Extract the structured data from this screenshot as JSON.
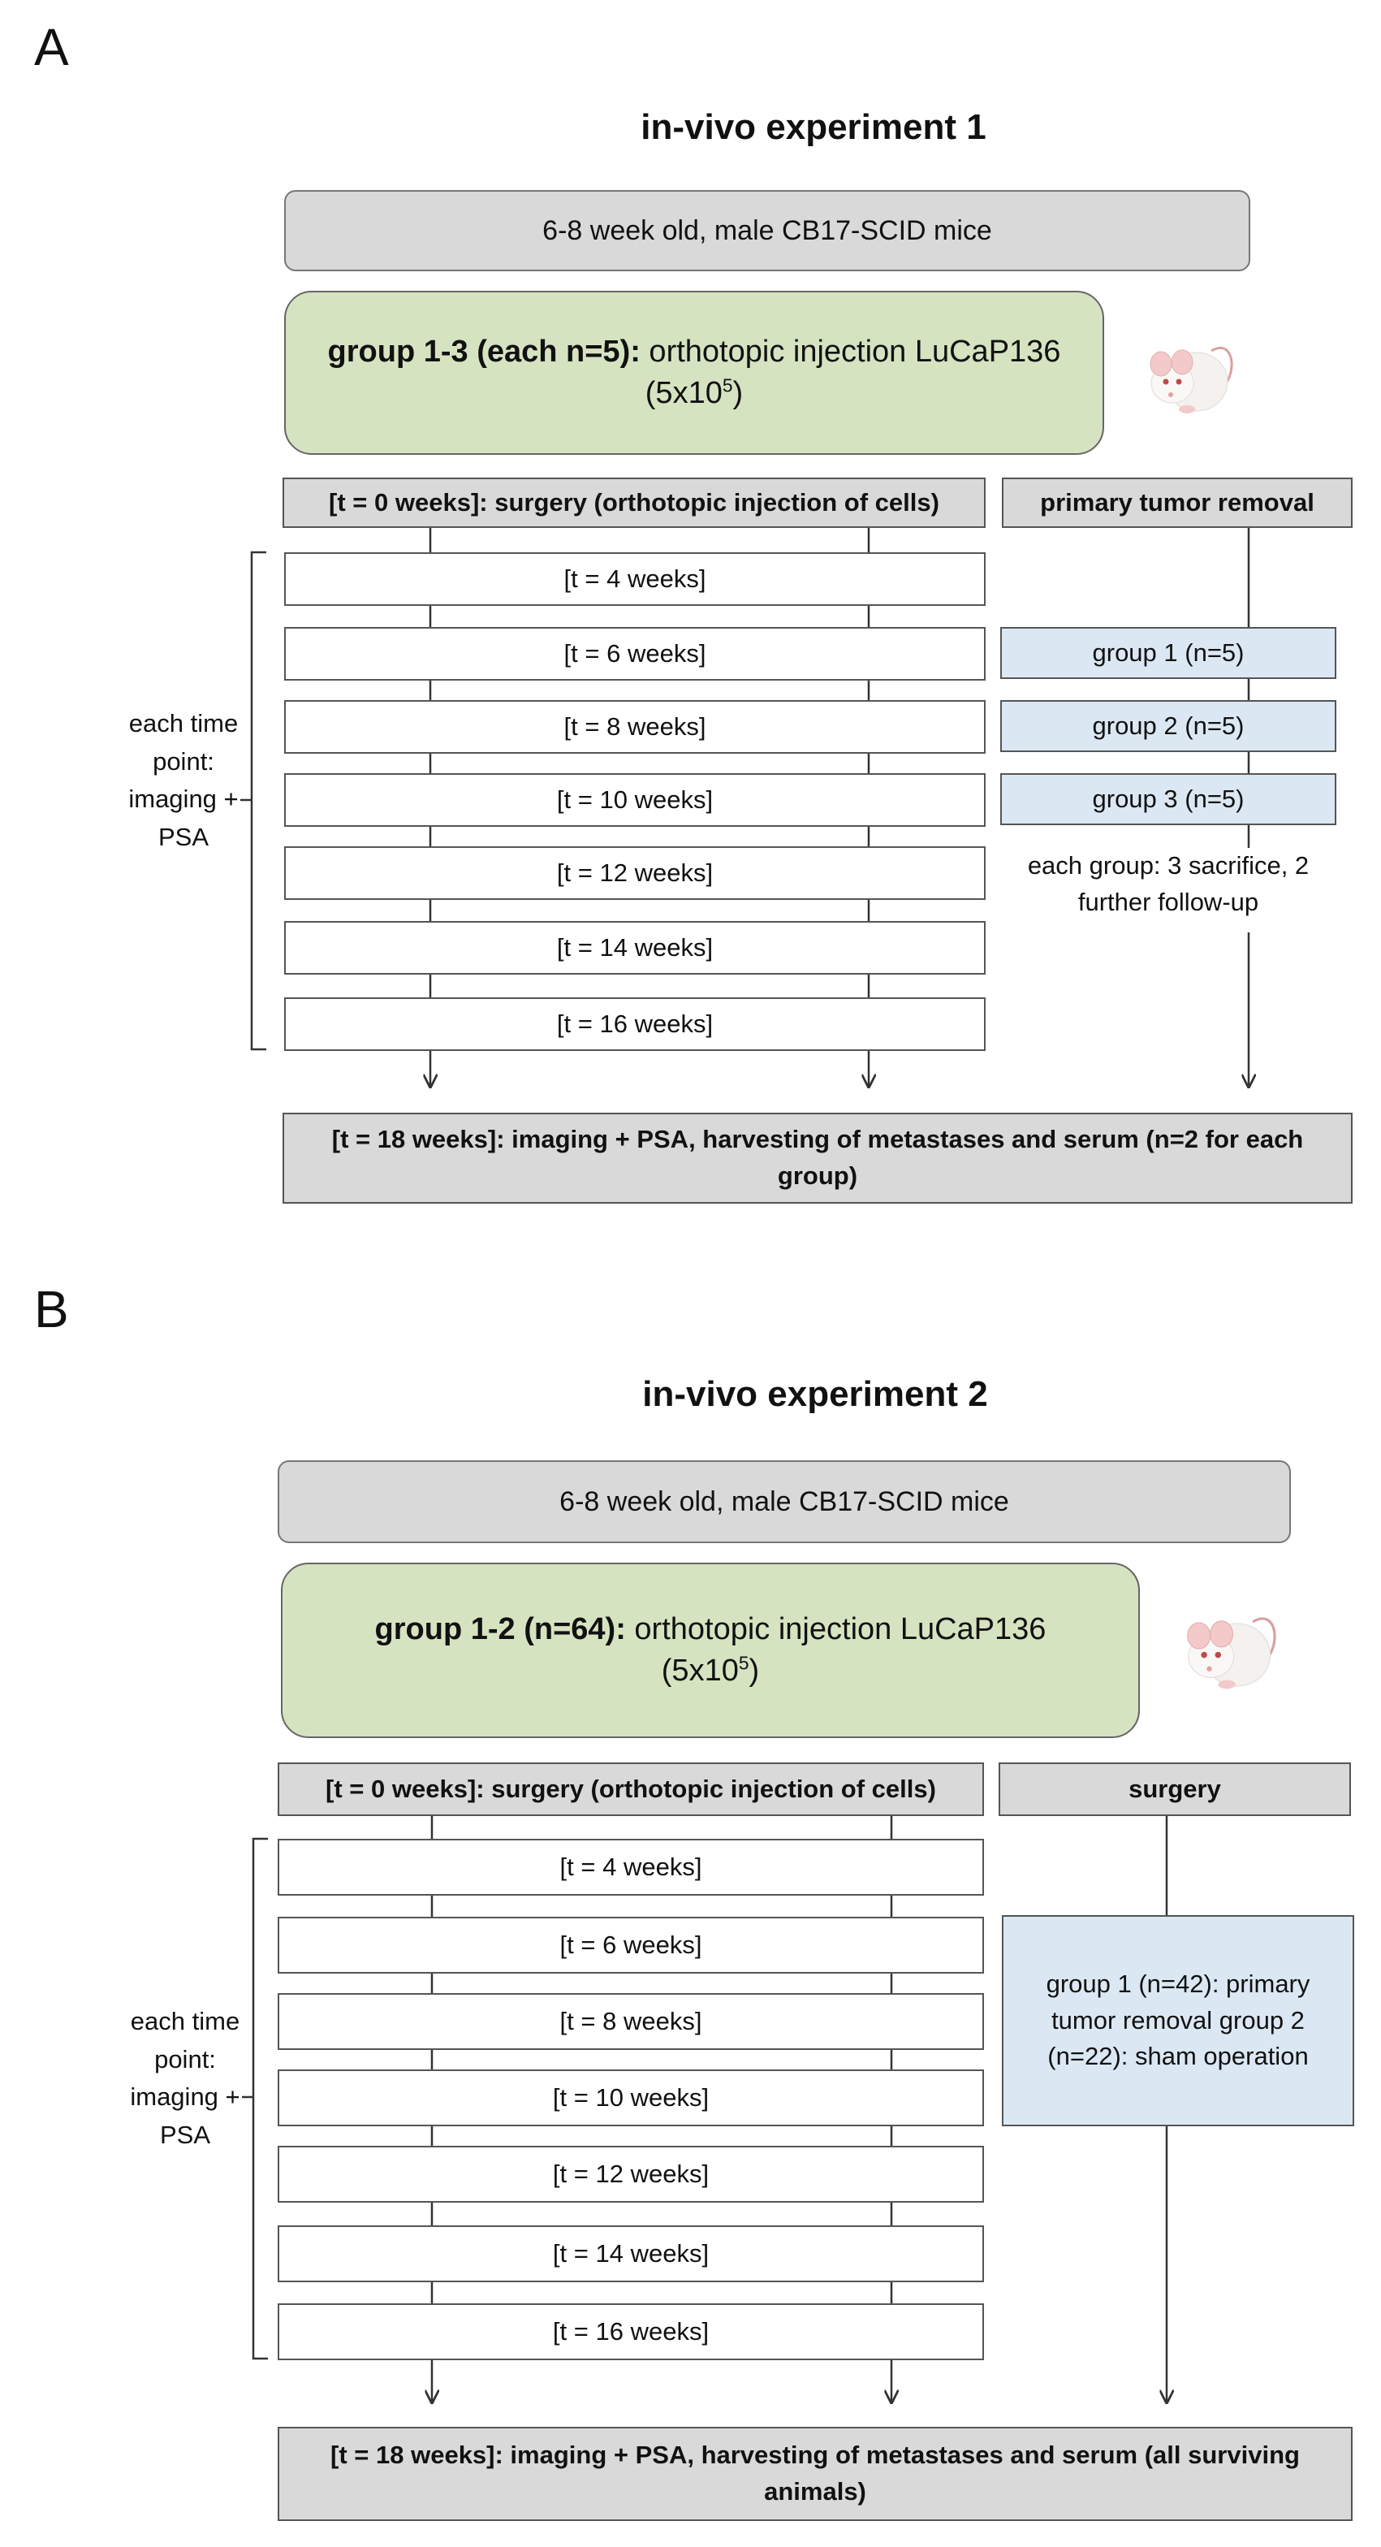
{
  "panel_a": {
    "letter": "A",
    "title": "in-vivo experiment 1",
    "mice_box": "6-8 week old, male CB17-SCID mice",
    "group_box": {
      "bold": "group 1-3 (each n=5):",
      "text": " orthotopic injection LuCaP136",
      "dose_prefix": "(5x10",
      "dose_exp": "5",
      "dose_suffix": ")"
    },
    "t0": "[t = 0 weeks]: surgery (orthotopic injection of cells)",
    "right_header": "primary tumor removal",
    "timepoints": [
      "[t = 4 weeks]",
      "[t = 6 weeks]",
      "[t = 8 weeks]",
      "[t = 10 weeks]",
      "[t = 12 weeks]",
      "[t = 14 weeks]",
      "[t = 16 weeks]"
    ],
    "groups": [
      "group 1 (n=5)",
      "group 2 (n=5)",
      "group 3 (n=5)"
    ],
    "group_note": "each group: 3 sacrifice, 2 further follow-up",
    "side_label": "each time point: imaging + PSA",
    "final": "[t = 18 weeks]: imaging + PSA, harvesting of metastases and serum (n=2 for each group)"
  },
  "panel_b": {
    "letter": "B",
    "title": "in-vivo experiment 2",
    "mice_box": "6-8 week old, male CB17-SCID mice",
    "group_box": {
      "bold": "group 1-2 (n=64):",
      "text": " orthotopic injection LuCaP136",
      "dose_prefix": "(5x10",
      "dose_exp": "5",
      "dose_suffix": ")"
    },
    "t0": "[t = 0 weeks]: surgery (orthotopic injection of cells)",
    "right_header": "surgery",
    "timepoints": [
      "[t = 4 weeks]",
      "[t = 6 weeks]",
      "[t = 8 weeks]",
      "[t = 10 weeks]",
      "[t = 12 weeks]",
      "[t = 14 weeks]",
      "[t = 16 weeks]"
    ],
    "surgery_groups": "group 1 (n=42): primary tumor removal group 2 (n=22): sham operation",
    "side_label": "each time point: imaging + PSA",
    "final": "[t = 18 weeks]: imaging + PSA, harvesting of metastases and serum (all surviving animals)"
  },
  "colors": {
    "gray_box": "#d9d9d9",
    "green_box": "#d6e3c1",
    "blue_box": "#dbe8f4",
    "line": "#333333"
  },
  "icons": [
    "mouse-icon"
  ]
}
